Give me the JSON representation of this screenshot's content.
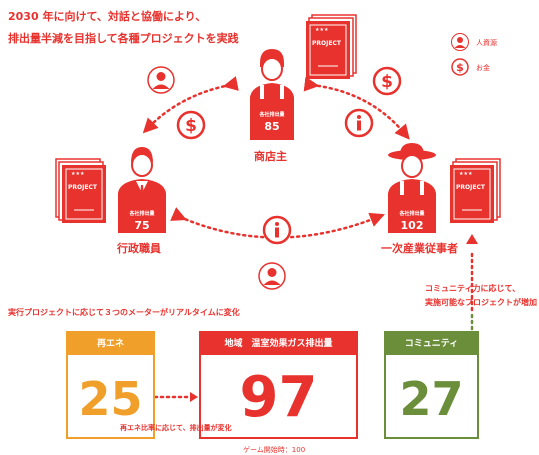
{
  "title": {
    "line1": "2030 年に向けて、対話と協働により、",
    "line2": "排出量半減を目指して各種プロジェクトを実践"
  },
  "legend": {
    "person_label": "人資源",
    "money_label": "お金"
  },
  "actors": {
    "merchant": {
      "label": "商店主",
      "badge_label": "各社排出量",
      "value": "85"
    },
    "government": {
      "label": "行政職員",
      "badge_label": "各社排出量",
      "value": "75"
    },
    "farmer": {
      "label": "一次産業従事者",
      "badge_label": "各社排出量",
      "value": "102"
    }
  },
  "project_card_text": "PROJECT",
  "project_stars": "★★★",
  "notes": {
    "community": "コミュニティ力に応じて、",
    "community2": "実施可能なプロジェクトが増加",
    "meters_intro": "実行プロジェクトに応じて３つのメーターがリアルタイムに変化",
    "renew_note": "再エネ比率に応じて、排出量が変化",
    "game_start": "ゲーム開始時：100"
  },
  "meters": {
    "renewable": {
      "label": "再エネ",
      "value": "25",
      "color": "#f0a02a"
    },
    "emissions": {
      "label": "地域　温室効果ガス排出量",
      "value": "97",
      "color": "#e8322e"
    },
    "community": {
      "label": "コミュニティ",
      "value": "27",
      "color": "#6b8e3a"
    }
  },
  "colors": {
    "accent": "#e8322e",
    "orange": "#f0a02a",
    "green": "#6b8e3a"
  }
}
